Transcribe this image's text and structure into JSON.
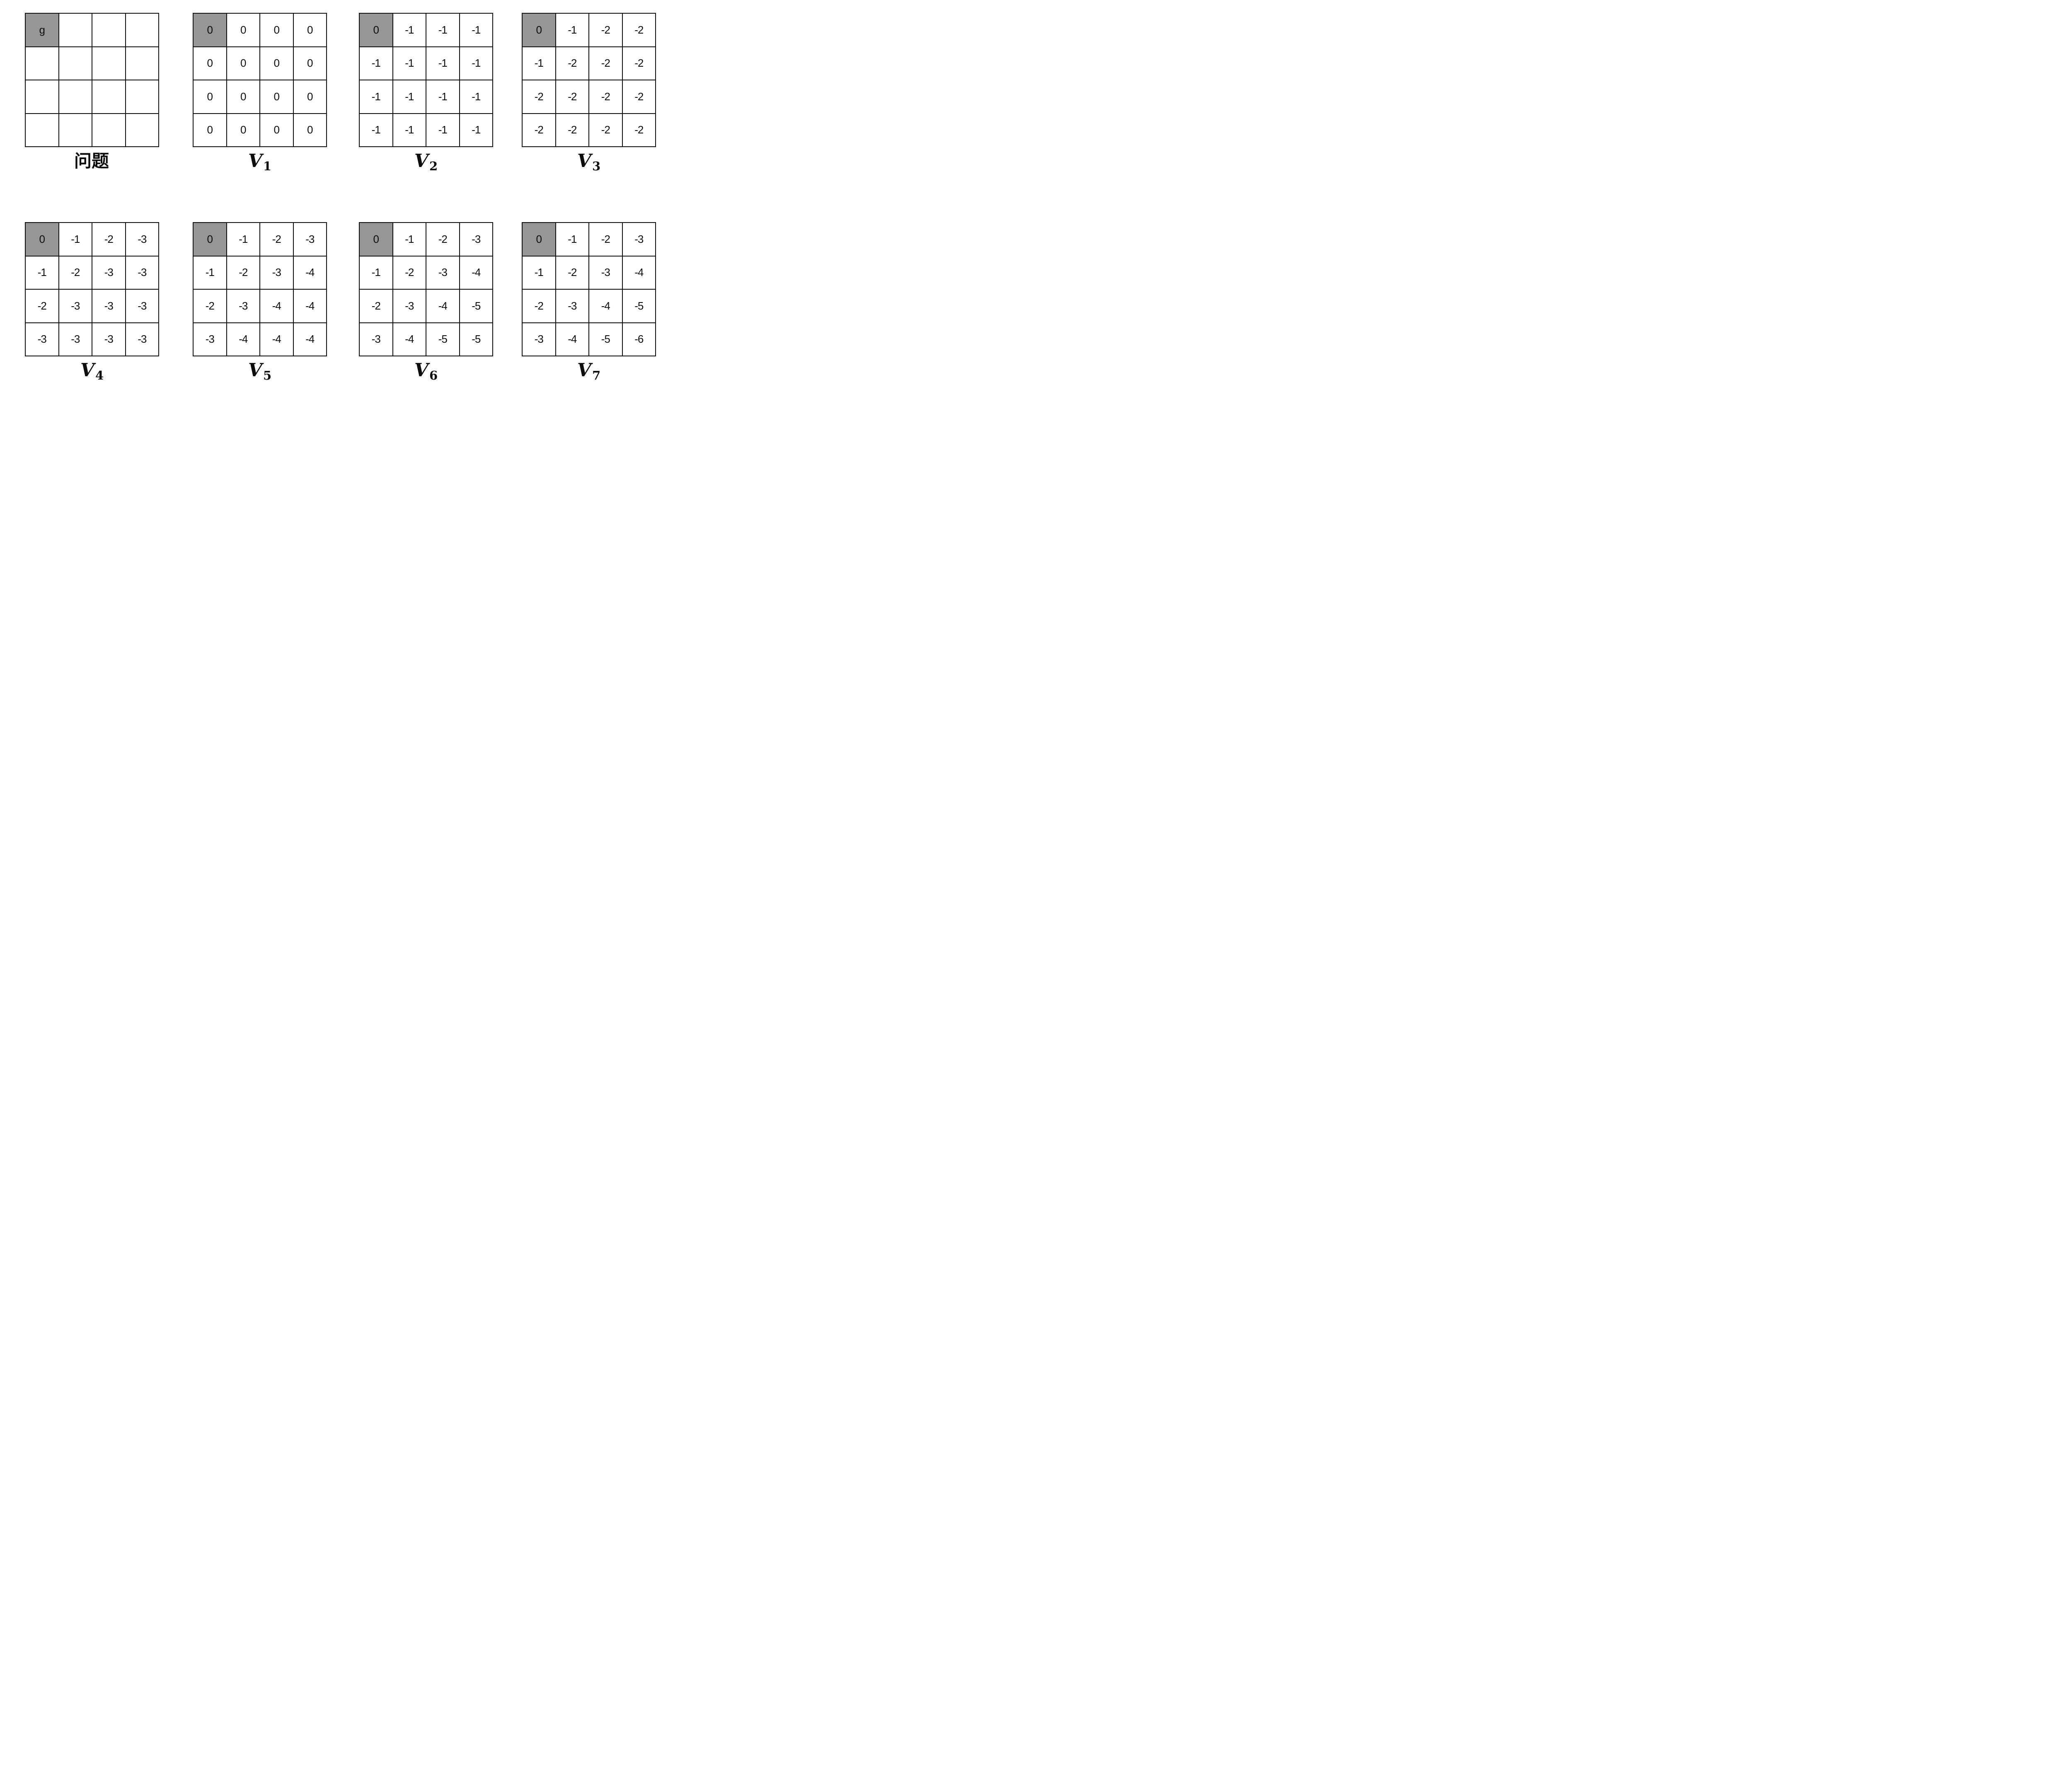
{
  "colors": {
    "goal_cell": "#969696",
    "grid_line": "#0d0d0d",
    "text": "#0d0d0d",
    "background": "#ffffff"
  },
  "figure": {
    "description_visible_text_only": true,
    "grid_rows": 4,
    "grid_cols": 4,
    "goal_marker": "g"
  },
  "grids": [
    {
      "name": "problem",
      "label_main": "问题",
      "label_sub": "",
      "highlight": {
        "row": 0,
        "col": 0
      },
      "cells": [
        [
          "g",
          "",
          "",
          ""
        ],
        [
          "",
          "",
          "",
          ""
        ],
        [
          "",
          "",
          "",
          ""
        ],
        [
          "",
          "",
          "",
          ""
        ]
      ]
    },
    {
      "name": "V1",
      "label_main": "V",
      "label_sub": "1",
      "highlight": {
        "row": 0,
        "col": 0
      },
      "cells": [
        [
          "0",
          "0",
          "0",
          "0"
        ],
        [
          "0",
          "0",
          "0",
          "0"
        ],
        [
          "0",
          "0",
          "0",
          "0"
        ],
        [
          "0",
          "0",
          "0",
          "0"
        ]
      ]
    },
    {
      "name": "V2",
      "label_main": "V",
      "label_sub": "2",
      "highlight": {
        "row": 0,
        "col": 0
      },
      "cells": [
        [
          "0",
          "-1",
          "-1",
          "-1"
        ],
        [
          "-1",
          "-1",
          "-1",
          "-1"
        ],
        [
          "-1",
          "-1",
          "-1",
          "-1"
        ],
        [
          "-1",
          "-1",
          "-1",
          "-1"
        ]
      ]
    },
    {
      "name": "V3",
      "label_main": "V",
      "label_sub": "3",
      "highlight": {
        "row": 0,
        "col": 0
      },
      "cells": [
        [
          "0",
          "-1",
          "-2",
          "-2"
        ],
        [
          "-1",
          "-2",
          "-2",
          "-2"
        ],
        [
          "-2",
          "-2",
          "-2",
          "-2"
        ],
        [
          "-2",
          "-2",
          "-2",
          "-2"
        ]
      ]
    },
    {
      "name": "V4",
      "label_main": "V",
      "label_sub": "4",
      "highlight": {
        "row": 0,
        "col": 0
      },
      "cells": [
        [
          "0",
          "-1",
          "-2",
          "-3"
        ],
        [
          "-1",
          "-2",
          "-3",
          "-3"
        ],
        [
          "-2",
          "-3",
          "-3",
          "-3"
        ],
        [
          "-3",
          "-3",
          "-3",
          "-3"
        ]
      ]
    },
    {
      "name": "V5",
      "label_main": "V",
      "label_sub": "5",
      "highlight": {
        "row": 0,
        "col": 0
      },
      "cells": [
        [
          "0",
          "-1",
          "-2",
          "-3"
        ],
        [
          "-1",
          "-2",
          "-3",
          "-4"
        ],
        [
          "-2",
          "-3",
          "-4",
          "-4"
        ],
        [
          "-3",
          "-4",
          "-4",
          "-4"
        ]
      ]
    },
    {
      "name": "V6",
      "label_main": "V",
      "label_sub": "6",
      "highlight": {
        "row": 0,
        "col": 0
      },
      "cells": [
        [
          "0",
          "-1",
          "-2",
          "-3"
        ],
        [
          "-1",
          "-2",
          "-3",
          "-4"
        ],
        [
          "-2",
          "-3",
          "-4",
          "-5"
        ],
        [
          "-3",
          "-4",
          "-5",
          "-5"
        ]
      ]
    },
    {
      "name": "V7",
      "label_main": "V",
      "label_sub": "7",
      "highlight": {
        "row": 0,
        "col": 0
      },
      "cells": [
        [
          "0",
          "-1",
          "-2",
          "-3"
        ],
        [
          "-1",
          "-2",
          "-3",
          "-4"
        ],
        [
          "-2",
          "-3",
          "-4",
          "-5"
        ],
        [
          "-3",
          "-4",
          "-5",
          "-6"
        ]
      ]
    }
  ]
}
